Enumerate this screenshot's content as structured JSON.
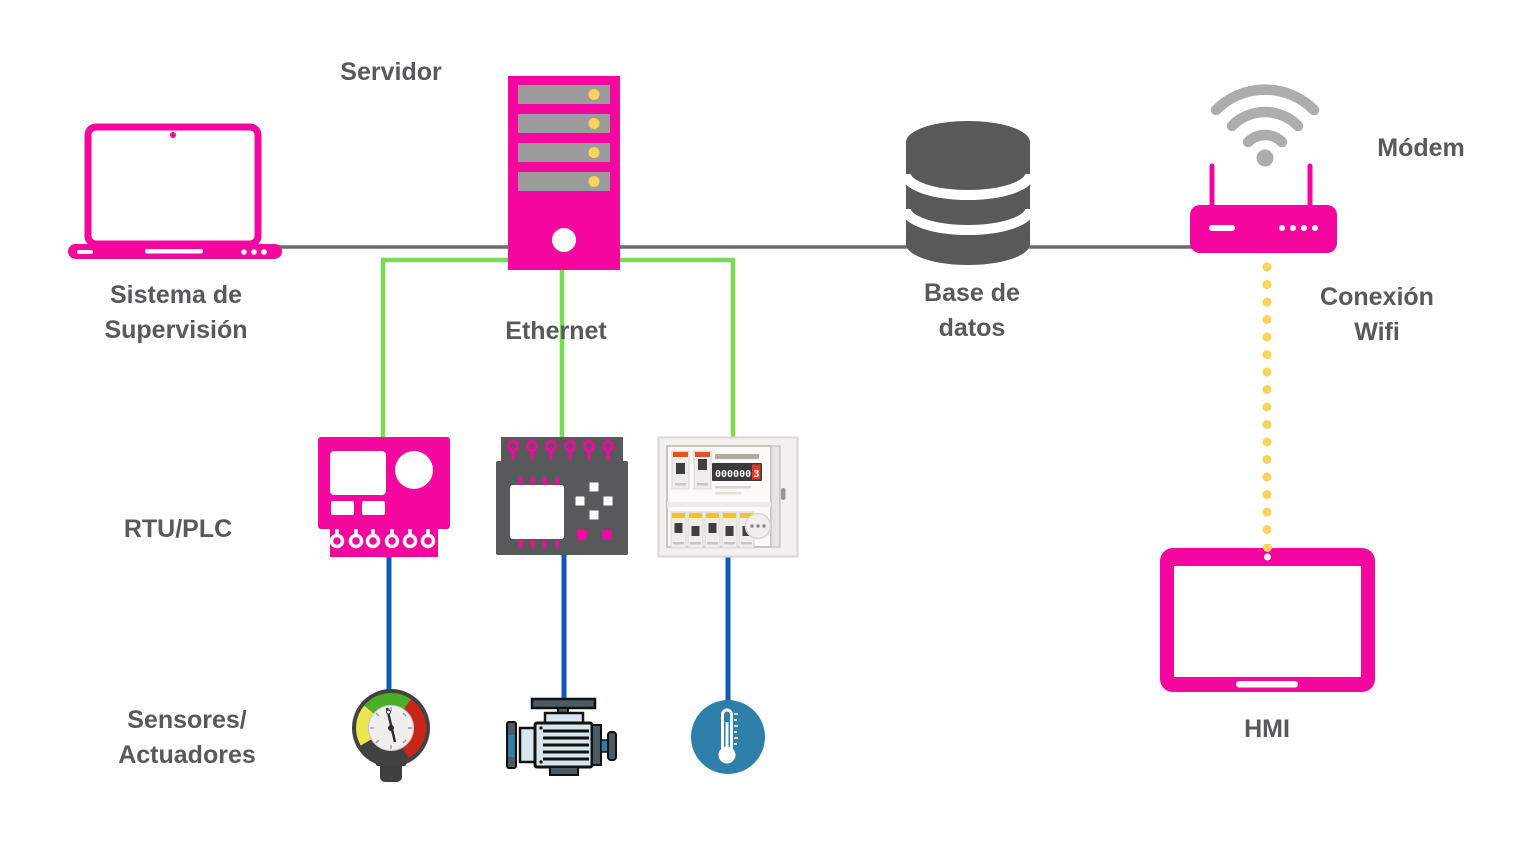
{
  "diagram": {
    "type": "scada-network-architecture",
    "nodes": {
      "supervision": {
        "label_line1": "Sistema de",
        "label_line2": "Supervisión",
        "icon": "laptop-icon"
      },
      "server": {
        "label": "Servidor",
        "icon": "server-tower-icon"
      },
      "ethernet": {
        "label": "Ethernet"
      },
      "database": {
        "label_line1": "Base de",
        "label_line2": "datos",
        "icon": "database-cylinder-icon"
      },
      "modem": {
        "label": "Módem",
        "icon": "router-wifi-icon"
      },
      "wifi": {
        "label_line1": "Conexión",
        "label_line2": "Wifi"
      },
      "rtu": {
        "label": "RTU/PLC",
        "icons": [
          "rtu-controller-icon",
          "plc-board-icon",
          "electrical-panel-icon"
        ]
      },
      "sensors": {
        "label_line1": "Sensores/",
        "label_line2": "Actuadores",
        "icons": [
          "pressure-gauge-icon",
          "motor-pump-icon",
          "thermometer-icon"
        ]
      },
      "hmi": {
        "label": "HMI",
        "icon": "tablet-icon"
      }
    },
    "panel_meter": {
      "digits": "000000",
      "last_digit": "3"
    },
    "connections": [
      {
        "from": "supervision",
        "to": "modem",
        "via": [
          "server",
          "database"
        ],
        "style": "solid",
        "color_key": "line_gray"
      },
      {
        "from": "server",
        "to": "rtu-devices",
        "label": "Ethernet",
        "style": "solid",
        "color_key": "green"
      },
      {
        "from": "rtu-devices",
        "to": "sensors",
        "style": "solid",
        "color_key": "blue"
      },
      {
        "from": "modem",
        "to": "hmi",
        "label": "Conexión Wifi",
        "style": "dotted",
        "color_key": "yellow"
      }
    ]
  },
  "colors": {
    "pink": "#F5069F",
    "green": "#7CD857",
    "blue": "#1457BA",
    "yellow": "#F9D45C",
    "gray_text": "#58595B",
    "line_gray": "#6C6C6C",
    "db_gray": "#595959",
    "wifi_gray": "#ADADAD",
    "thermo_blue": "#2E80AB"
  }
}
